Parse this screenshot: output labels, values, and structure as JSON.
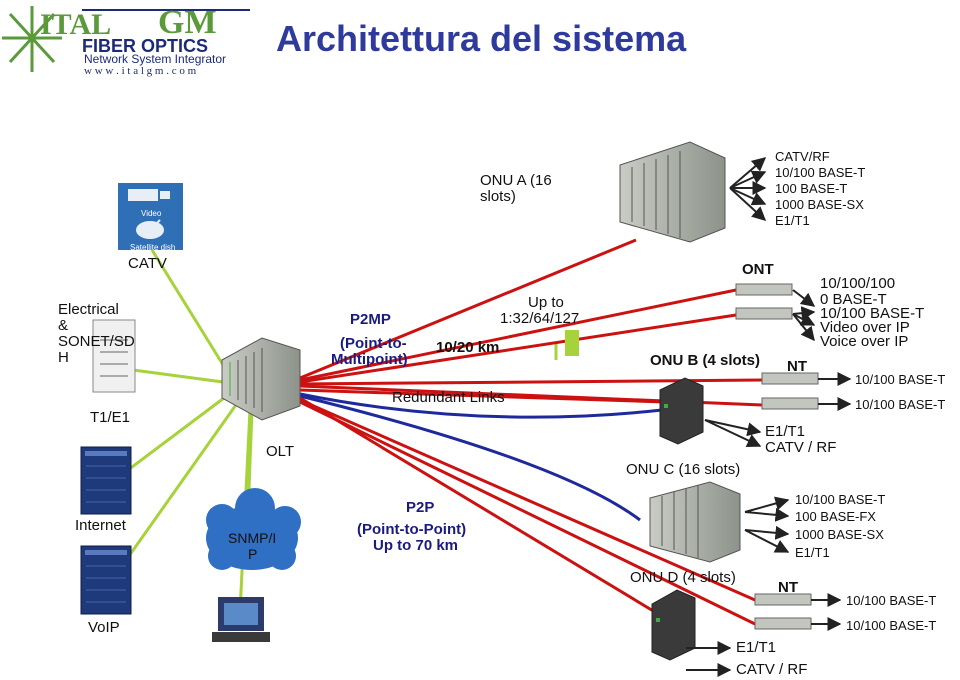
{
  "logo": {
    "brand_left": "ITAL",
    "brand_right": "GM",
    "subtitle": "FIBER OPTICS",
    "tagline": "Network System Integrator",
    "url": "w w w . i t a l g m . c o m"
  },
  "title": "Architettura del sistema",
  "labels": {
    "catv": "CATV",
    "video_icon": "Video",
    "satellite_icon": "Satellite dish",
    "electrical_1": "Electrical",
    "electrical_2": "&",
    "electrical_3": "SONET/SD",
    "electrical_4": "H",
    "t1e1": "T1/E1",
    "internet": "Internet",
    "voip": "VoIP",
    "olt": "OLT",
    "snmp_1": "SNMP/I",
    "snmp_2": "P",
    "p2mp": "P2MP",
    "p2mp_sub_1": "(Point-to-",
    "p2mp_sub_2": "Multipoint)",
    "distance": "10/20 km",
    "split_1": "Up  to",
    "split_2": "1:32/64/127",
    "redundant": "Redundant Links",
    "p2p": "P2P",
    "p2p_sub": "(Point-to-Point)",
    "p2p_range": "Up to 70 km",
    "onu_a_1": "ONU A (16",
    "onu_a_2": "slots)",
    "ont": "ONT",
    "onu_b": "ONU B (4 slots)",
    "nt_1": "NT",
    "onu_c": "ONU C (16 slots)",
    "onu_d": "ONU D (4 slots)",
    "nt_2": "NT"
  },
  "onu_a_outputs": [
    "CATV/RF",
    "10/100 BASE-T",
    "100 BASE-T",
    "1000 BASE-SX",
    "E1/T1"
  ],
  "ont_outputs": [
    "10/100/100",
    "0 BASE-T",
    "10/100 BASE-T",
    "Video over IP",
    "Voice over IP"
  ],
  "nt1_outputs": [
    "10/100 BASE-T",
    "10/100 BASE-T"
  ],
  "onu_b_outputs": [
    "E1/T1",
    "CATV /  RF"
  ],
  "onu_c_outputs": [
    "10/100 BASE-T",
    "100 BASE-FX",
    "1000 BASE-SX",
    "E1/T1"
  ],
  "nt2_outputs": [
    "10/100 BASE-T",
    "10/100 BASE-T"
  ],
  "onu_d_outputs": [
    "E1/T1",
    "CATV /  RF"
  ],
  "colors": {
    "title": "#2e3a9c",
    "fiber_red": "#cc1111",
    "fiber_blue": "#1e2a9c",
    "link_green": "#a6d23a",
    "logo_green": "#5a9a3a",
    "logo_navy": "#1c2a78",
    "cloud": "#2f6fc4"
  }
}
